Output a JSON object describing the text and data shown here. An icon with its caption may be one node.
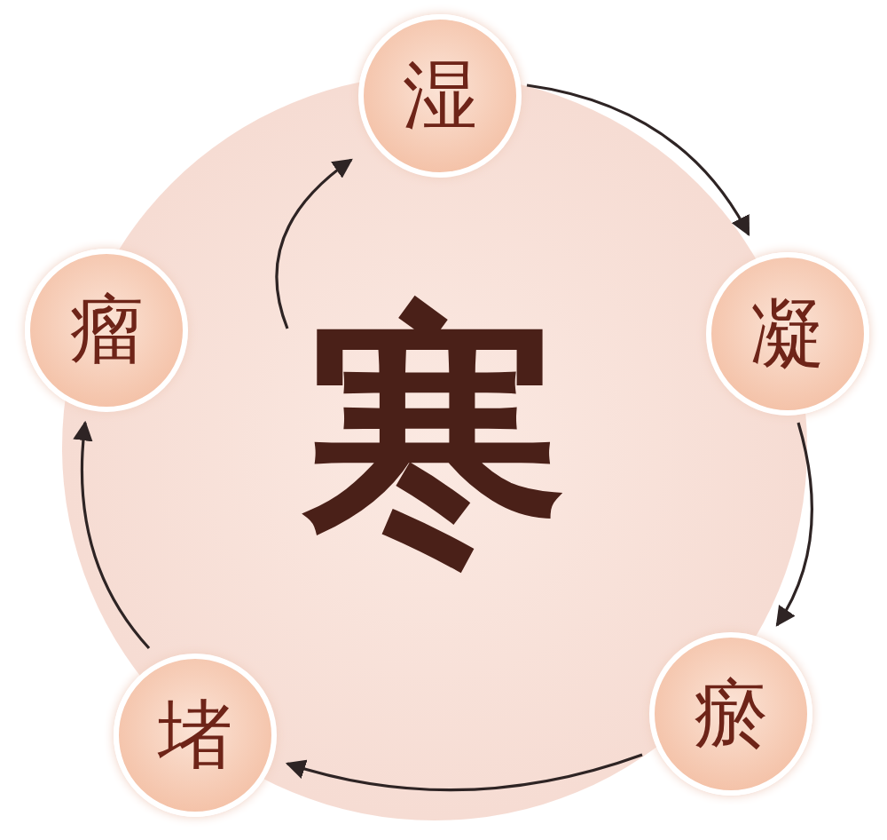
{
  "diagram": {
    "nodes": [
      {
        "text": [
          "寒"
        ]
      },
      {
        "text": [
          "湿"
        ]
      },
      {
        "text": [
          "凝"
        ]
      },
      {
        "text": [
          "瘀"
        ]
      },
      {
        "text": [
          "堵"
        ]
      },
      {
        "text": [
          "瘤"
        ]
      }
    ],
    "edges": [
      {
        "from": 0,
        "to": 1,
        "arrow": "to"
      },
      {
        "from": 1,
        "to": 2,
        "arrow": "to"
      },
      {
        "from": 2,
        "to": 3,
        "arrow": "to"
      },
      {
        "from": 3,
        "to": 4,
        "arrow": "to"
      },
      {
        "from": 4,
        "to": 5,
        "arrow": "to"
      }
    ]
  }
}
